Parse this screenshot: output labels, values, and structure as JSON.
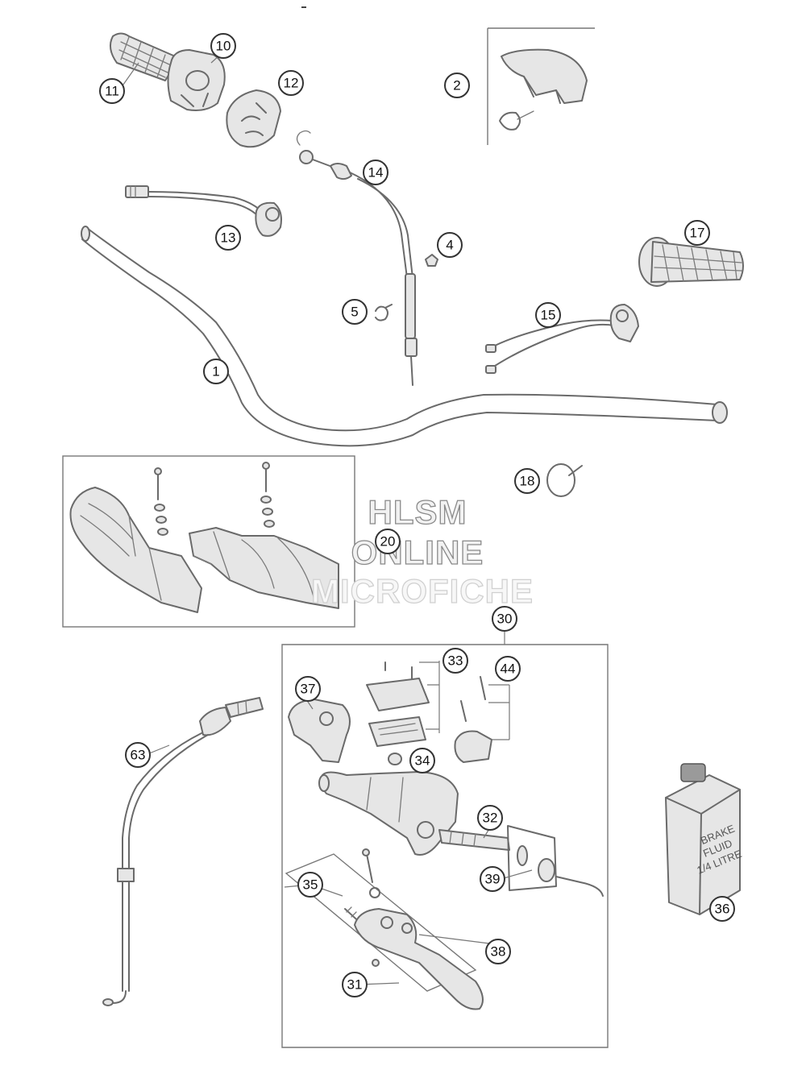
{
  "diagram": {
    "watermark": [
      "HLSM",
      "ONLINE",
      "MICROFICHE"
    ],
    "bottle_label": [
      "BRAKE",
      "FLUID",
      "1/4 LITRE"
    ],
    "callouts": [
      {
        "id": "c10",
        "label": "10"
      },
      {
        "id": "c11",
        "label": "11"
      },
      {
        "id": "c12",
        "label": "12"
      },
      {
        "id": "c2",
        "label": "2"
      },
      {
        "id": "c14",
        "label": "14"
      },
      {
        "id": "c13",
        "label": "13"
      },
      {
        "id": "c4",
        "label": "4"
      },
      {
        "id": "c17",
        "label": "17"
      },
      {
        "id": "c5",
        "label": "5"
      },
      {
        "id": "c15",
        "label": "15"
      },
      {
        "id": "c1",
        "label": "1"
      },
      {
        "id": "c18",
        "label": "18"
      },
      {
        "id": "c20",
        "label": "20"
      },
      {
        "id": "c30",
        "label": "30"
      },
      {
        "id": "c33",
        "label": "33"
      },
      {
        "id": "c44",
        "label": "44"
      },
      {
        "id": "c37",
        "label": "37"
      },
      {
        "id": "c63",
        "label": "63"
      },
      {
        "id": "c34",
        "label": "34"
      },
      {
        "id": "c32",
        "label": "32"
      },
      {
        "id": "c39",
        "label": "39"
      },
      {
        "id": "c35",
        "label": "35"
      },
      {
        "id": "c36",
        "label": "36"
      },
      {
        "id": "c38",
        "label": "38"
      },
      {
        "id": "c31",
        "label": "31"
      }
    ]
  }
}
